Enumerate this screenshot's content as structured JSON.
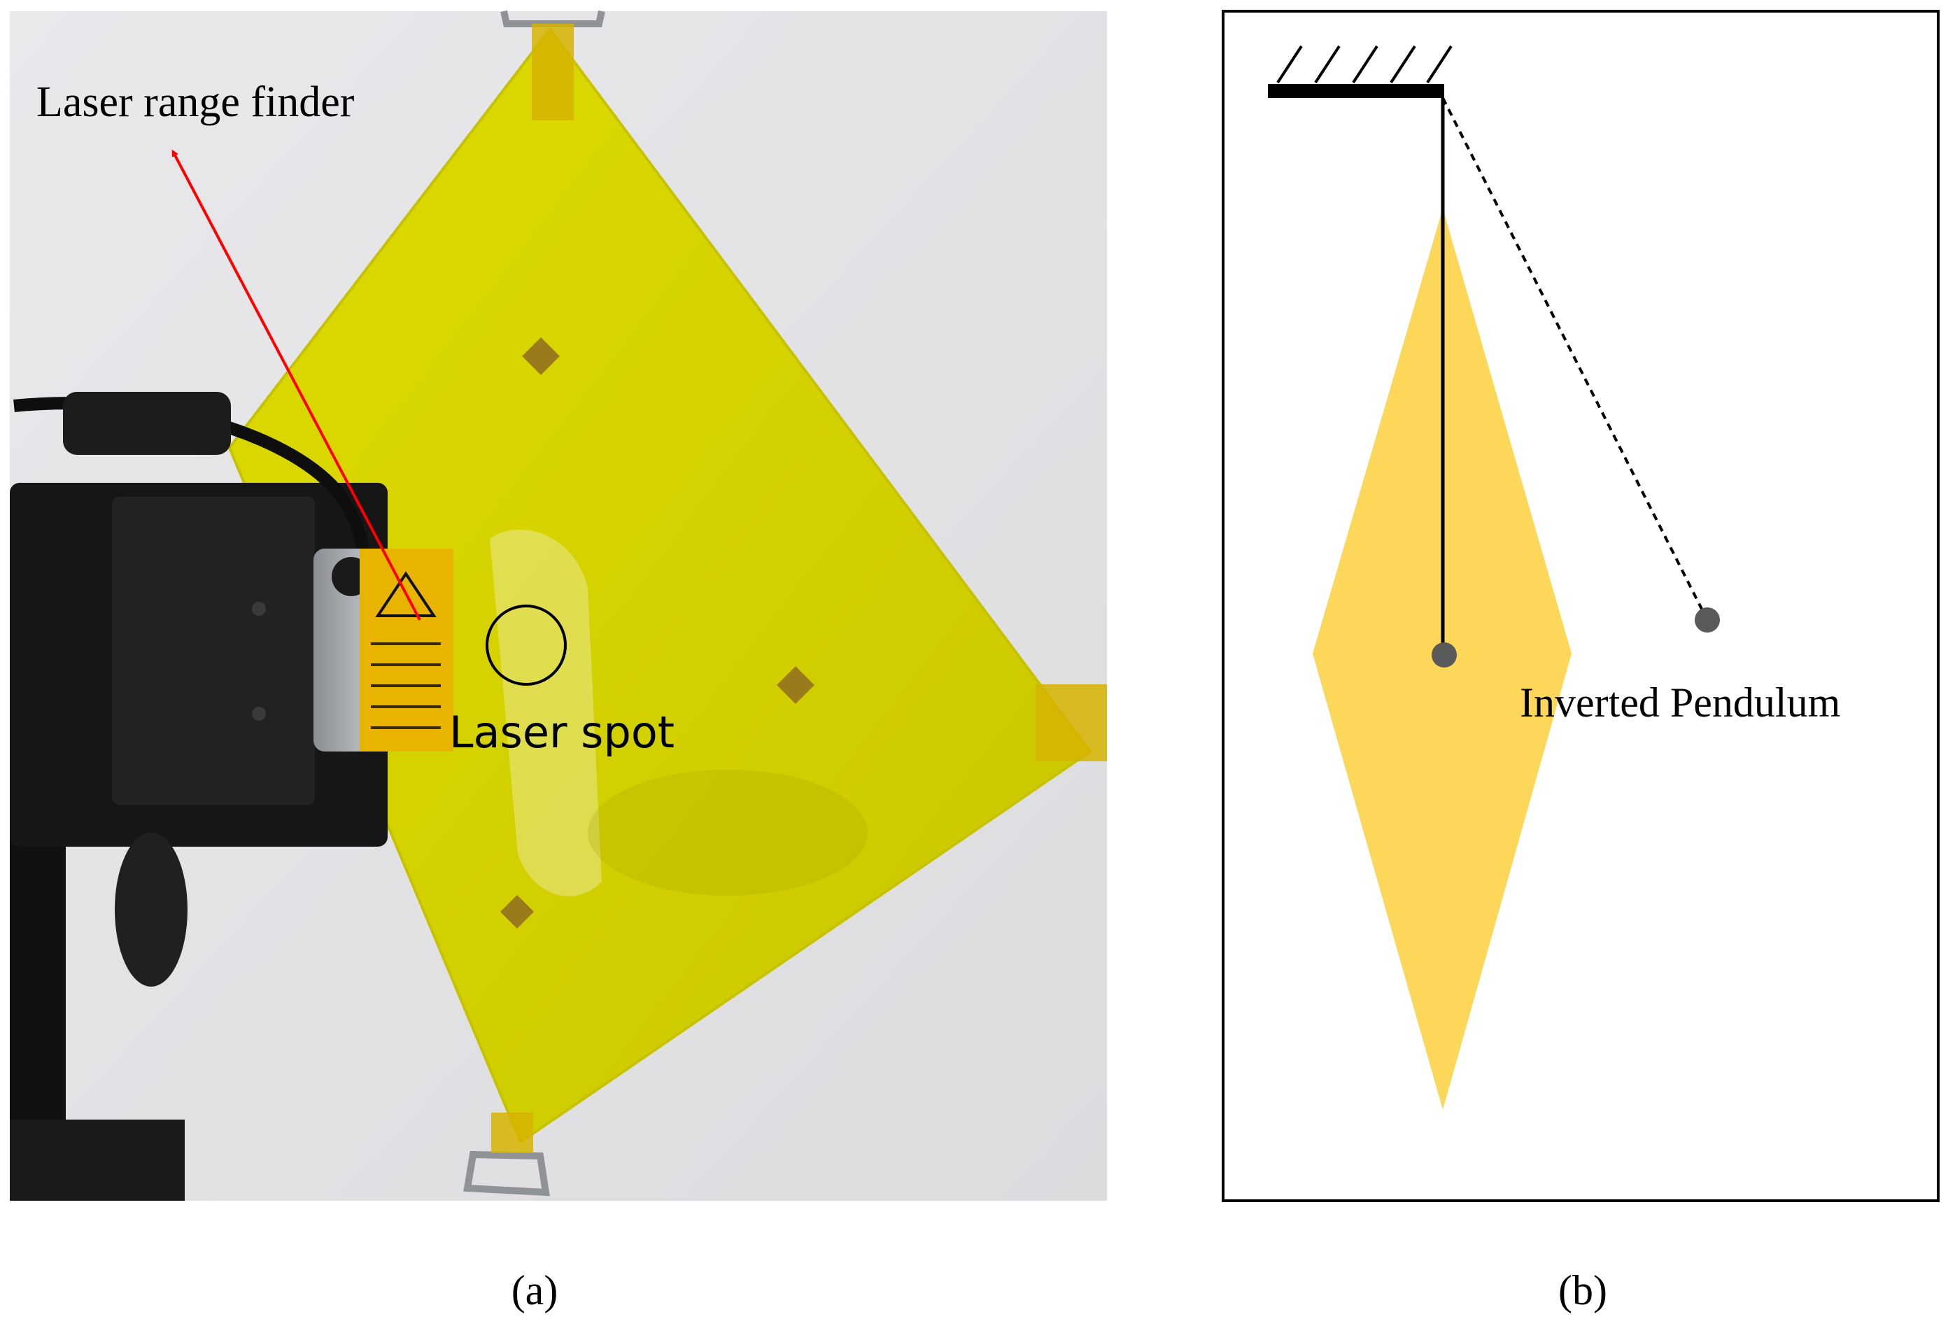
{
  "panel_a": {
    "caption": "(a)",
    "label_rangefinder": "Laser range finder",
    "label_spot": "Laser spot"
  },
  "panel_b": {
    "caption": "(b)",
    "label_pendulum": "Inverted Pendulum"
  },
  "colors": {
    "target_yellow": "#d8d400",
    "target_yellow_dark": "#b8b400",
    "wall": "#e4e4e6",
    "diagram_fill": "#fcd75a",
    "arrow_red": "#ff0000",
    "marker_gray": "#5a5a5a"
  }
}
